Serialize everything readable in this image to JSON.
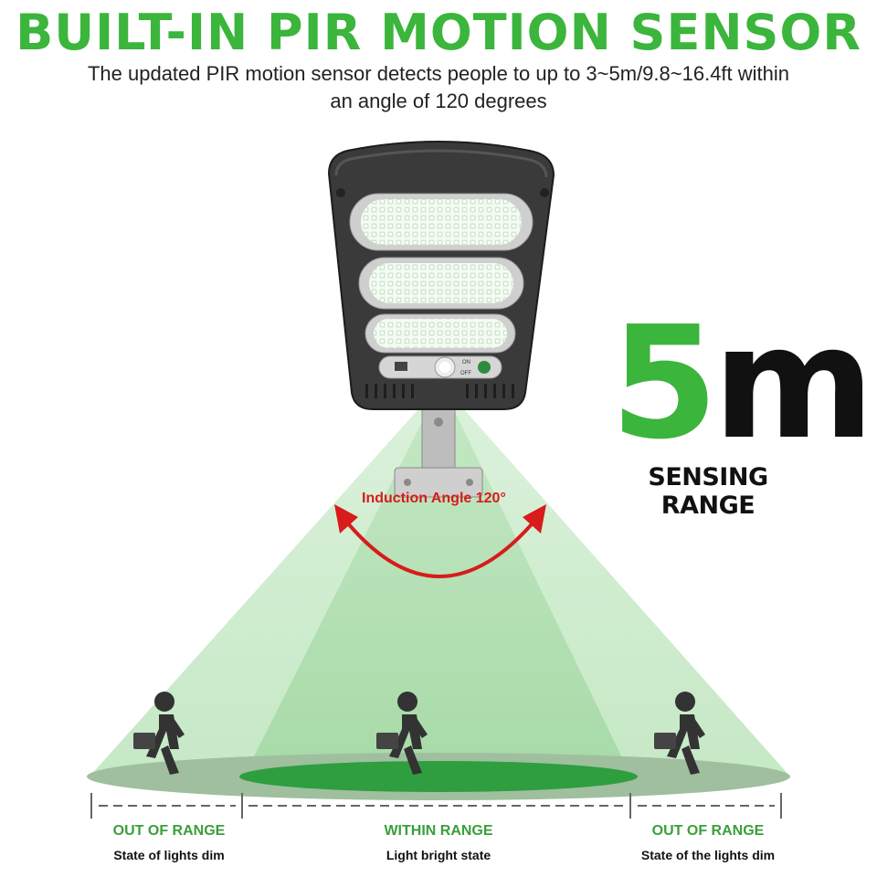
{
  "header": {
    "title": "BUILT-IN PIR MOTION SENSOR",
    "subtitle_line1": "The updated PIR motion sensor detects people to up to 3~5m/9.8~16.4ft within",
    "subtitle_line2": "an angle of 120 degrees"
  },
  "range_badge": {
    "number": "5",
    "unit": "m",
    "caption": "SENSING RANGE"
  },
  "angle": {
    "label": "Induction Angle 120°"
  },
  "device": {
    "switch_on": "ON",
    "switch_off": "OFF"
  },
  "zones": [
    {
      "title": "OUT OF RANGE",
      "desc": "State of lights dim"
    },
    {
      "title": "WITHIN RANGE",
      "desc": "Light bright state"
    },
    {
      "title": "OUT OF RANGE",
      "desc": "State of the lights dim"
    }
  ],
  "colors": {
    "title_green": "#3bb53b",
    "beam_green": "#bfe6bf",
    "angle_red": "#d81b1b",
    "lamp_body": "#3a3a3a"
  }
}
